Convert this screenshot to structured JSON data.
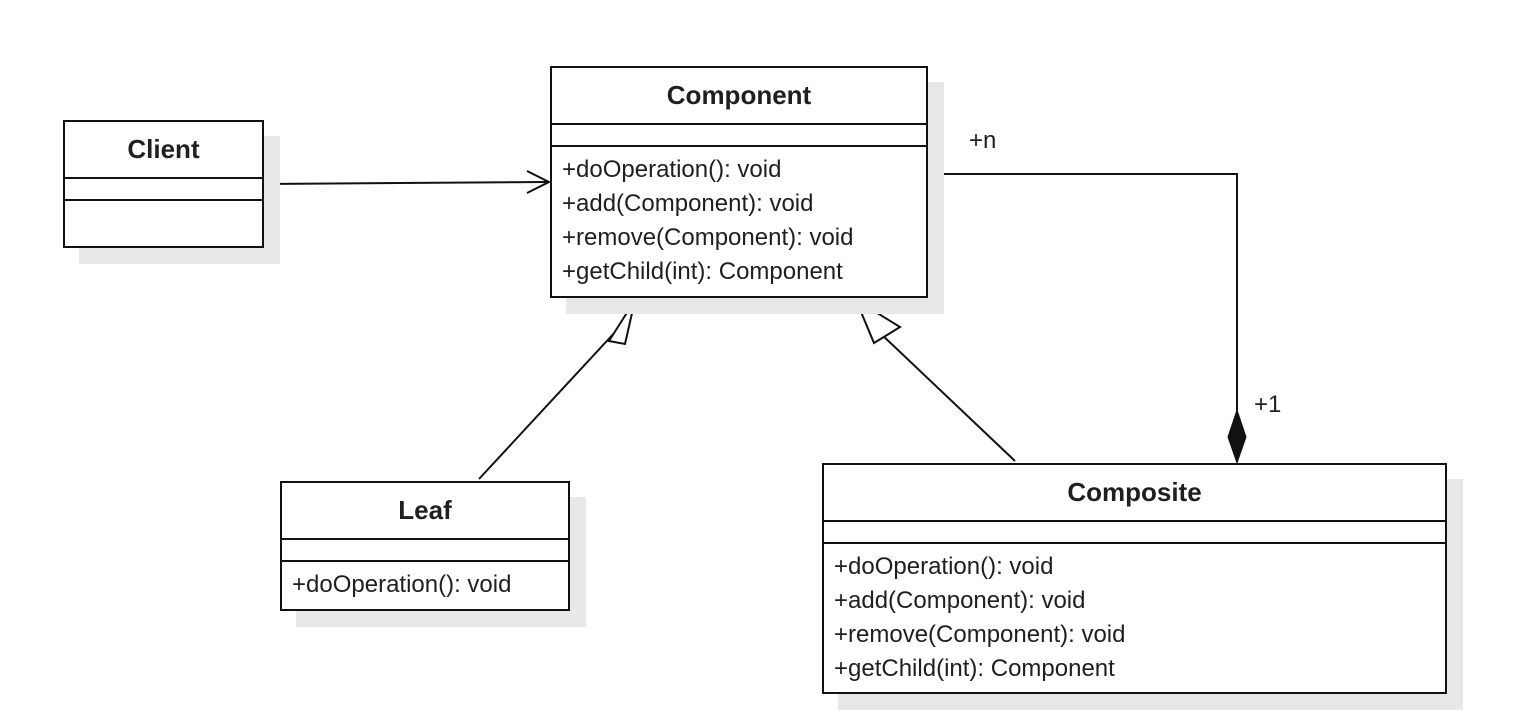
{
  "classes": {
    "client": {
      "name": "Client",
      "methods": []
    },
    "component": {
      "name": "Component",
      "methods": [
        "+doOperation(): void",
        "+add(Component): void",
        "+remove(Component): void",
        "+getChild(int): Component"
      ]
    },
    "leaf": {
      "name": "Leaf",
      "methods": [
        "+doOperation(): void"
      ]
    },
    "composite": {
      "name": "Composite",
      "methods": [
        "+doOperation(): void",
        "+add(Component): void",
        "+remove(Component): void",
        "+getChild(int): Component"
      ]
    }
  },
  "relationships": [
    {
      "type": "association",
      "from": "Client",
      "to": "Component"
    },
    {
      "type": "generalization",
      "from": "Leaf",
      "to": "Component"
    },
    {
      "type": "generalization",
      "from": "Composite",
      "to": "Component"
    },
    {
      "type": "composition",
      "whole": "Composite",
      "part": "Component"
    }
  ],
  "multiplicities": {
    "component_end": "+n",
    "composite_end": "+1"
  },
  "colors": {
    "line": "#111111",
    "shadow": "#e8e8e8",
    "background": "#ffffff"
  }
}
